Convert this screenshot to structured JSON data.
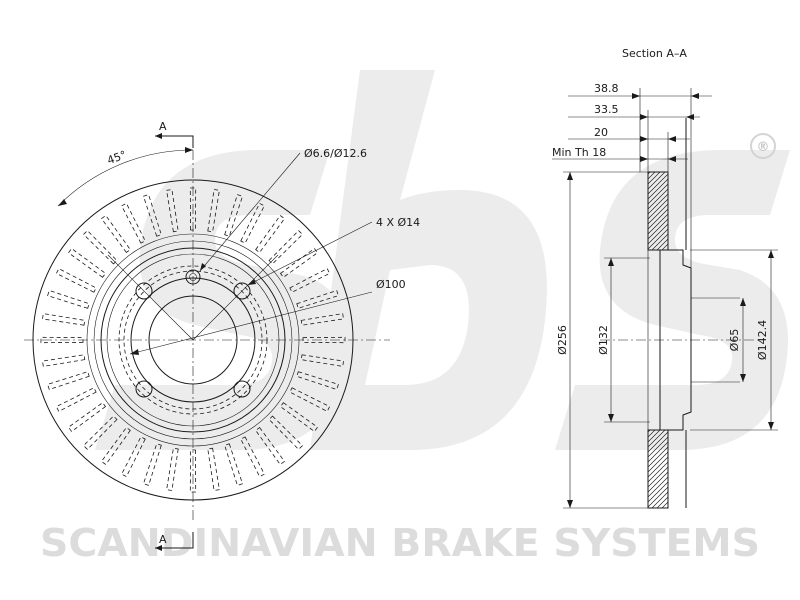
{
  "section_title": "Section A–A",
  "watermark": {
    "logo_letters": "sbs",
    "registered_mark": "®",
    "company_name": "SCANDINAVIAN BRAKE SYSTEMS"
  },
  "front_view": {
    "section_marker_top": "A",
    "section_marker_bottom": "A",
    "angle_label": "45°",
    "hole_label": "Ø6.6/Ø12.6",
    "bolt_label": "4 X Ø14",
    "pcd_label": "Ø100"
  },
  "section_view": {
    "total_thickness": "38.8",
    "hat_depth": "33.5",
    "disc_thickness": "20",
    "min_thickness": "Min Th 18",
    "outer_diameter": "Ø256",
    "hat_diameter": "Ø132",
    "center_bore": "Ø65",
    "hat_outer_diameter": "Ø142.4"
  }
}
